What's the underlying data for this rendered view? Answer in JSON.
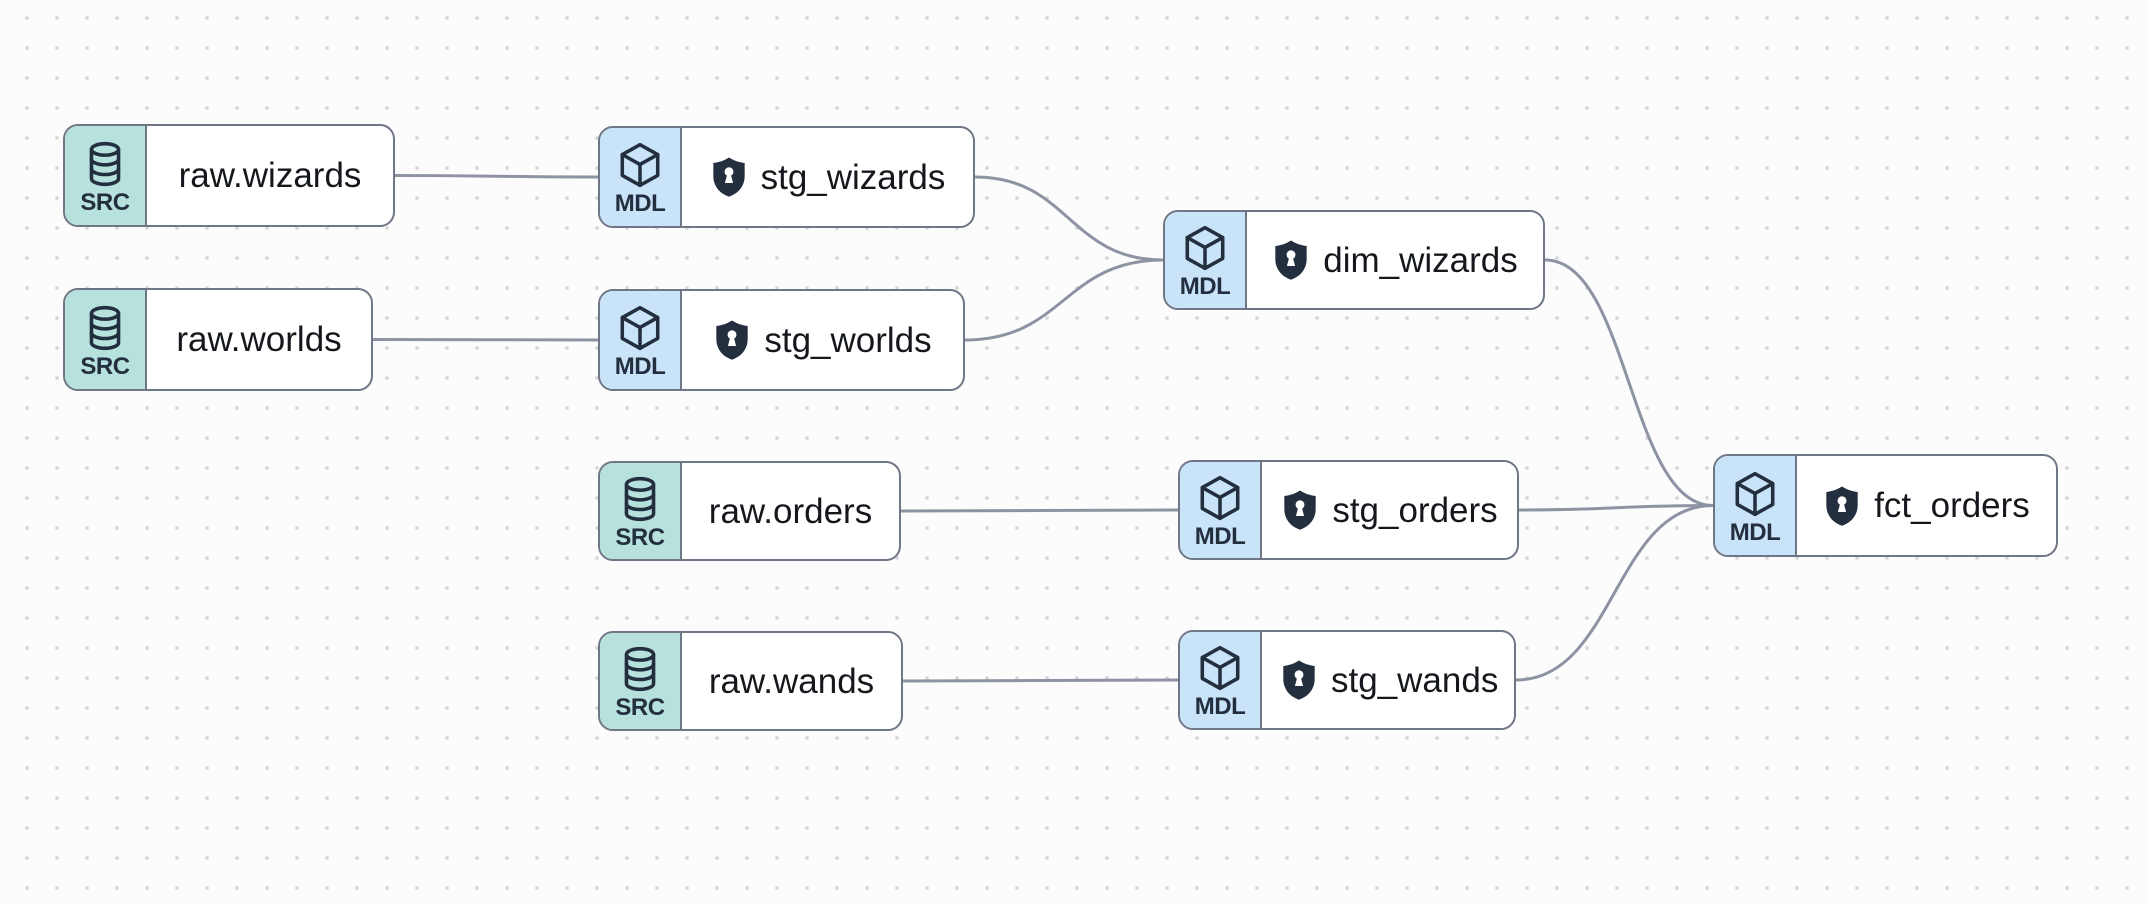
{
  "graph": {
    "nodes": [
      {
        "id": "raw_wizards",
        "label": "raw.wizards",
        "badge": "SRC",
        "kind": "source",
        "icon": "database-icon",
        "shield": false
      },
      {
        "id": "raw_worlds",
        "label": "raw.worlds",
        "badge": "SRC",
        "kind": "source",
        "icon": "database-icon",
        "shield": false
      },
      {
        "id": "stg_wizards",
        "label": "stg_wizards",
        "badge": "MDL",
        "kind": "model",
        "icon": "cube-icon",
        "shield": true
      },
      {
        "id": "stg_worlds",
        "label": "stg_worlds",
        "badge": "MDL",
        "kind": "model",
        "icon": "cube-icon",
        "shield": true
      },
      {
        "id": "raw_orders",
        "label": "raw.orders",
        "badge": "SRC",
        "kind": "source",
        "icon": "database-icon",
        "shield": false
      },
      {
        "id": "raw_wands",
        "label": "raw.wands",
        "badge": "SRC",
        "kind": "source",
        "icon": "database-icon",
        "shield": false
      },
      {
        "id": "stg_orders",
        "label": "stg_orders",
        "badge": "MDL",
        "kind": "model",
        "icon": "cube-icon",
        "shield": true
      },
      {
        "id": "stg_wands",
        "label": "stg_wands",
        "badge": "MDL",
        "kind": "model",
        "icon": "cube-icon",
        "shield": true
      },
      {
        "id": "dim_wizards",
        "label": "dim_wizards",
        "badge": "MDL",
        "kind": "model",
        "icon": "cube-icon",
        "shield": true
      },
      {
        "id": "fct_orders",
        "label": "fct_orders",
        "badge": "MDL",
        "kind": "model",
        "icon": "cube-icon",
        "shield": true
      }
    ],
    "edges": [
      {
        "from": "raw_wizards",
        "to": "stg_wizards"
      },
      {
        "from": "raw_worlds",
        "to": "stg_worlds"
      },
      {
        "from": "stg_wizards",
        "to": "dim_wizards"
      },
      {
        "from": "stg_worlds",
        "to": "dim_wizards"
      },
      {
        "from": "raw_orders",
        "to": "stg_orders"
      },
      {
        "from": "raw_wands",
        "to": "stg_wands"
      },
      {
        "from": "stg_orders",
        "to": "fct_orders"
      },
      {
        "from": "dim_wizards",
        "to": "fct_orders"
      },
      {
        "from": "stg_wands",
        "to": "fct_orders"
      }
    ],
    "shield_icon": "shield-icon"
  },
  "colors": {
    "source_badge": "#b6e1dd",
    "model_badge": "#c9e3f8",
    "node_border": "#6f7685",
    "node_background": "#ffffff",
    "edge": "#8d93a2",
    "icon_dark": "#232f3e",
    "label_text": "#14171c",
    "canvas_background": "#fcfcfc",
    "canvas_dot": "#d6d6d6"
  }
}
